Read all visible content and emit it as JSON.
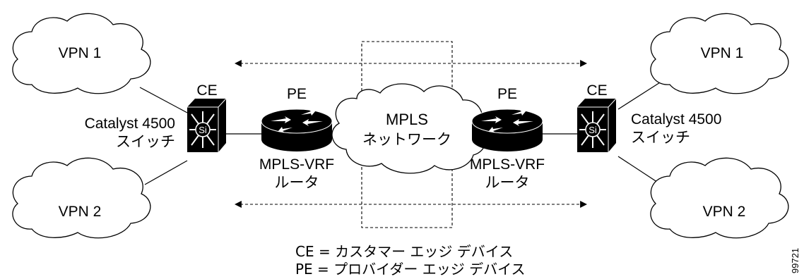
{
  "clouds": {
    "vpn1_left": "VPN 1",
    "vpn2_left": "VPN 2",
    "vpn1_right": "VPN 1",
    "vpn2_right": "VPN 2",
    "mpls_line1": "MPLS",
    "mpls_line2": "ネットワーク"
  },
  "switches": {
    "left": {
      "role": "CE",
      "name": "Catalyst 4500",
      "type": "スイッチ",
      "badge": "Si"
    },
    "right": {
      "role": "CE",
      "name": "Catalyst 4500",
      "type": "スイッチ",
      "badge": "Si"
    }
  },
  "routers": {
    "left": {
      "role": "PE",
      "name": "MPLS-VRF",
      "type": "ルータ"
    },
    "right": {
      "role": "PE",
      "name": "MPLS-VRF",
      "type": "ルータ"
    }
  },
  "legend": {
    "ce": "CE = カスタマー エッジ デバイス",
    "pe": "PE = プロバイダー エッジ デバイス"
  },
  "figure_id": "99721",
  "colors": {
    "stroke": "#000000",
    "device": "#000000",
    "background": "#ffffff"
  },
  "icons": {
    "switch": "multilayer-switch-icon",
    "router": "router-icon",
    "cloud": "cloud-icon"
  }
}
